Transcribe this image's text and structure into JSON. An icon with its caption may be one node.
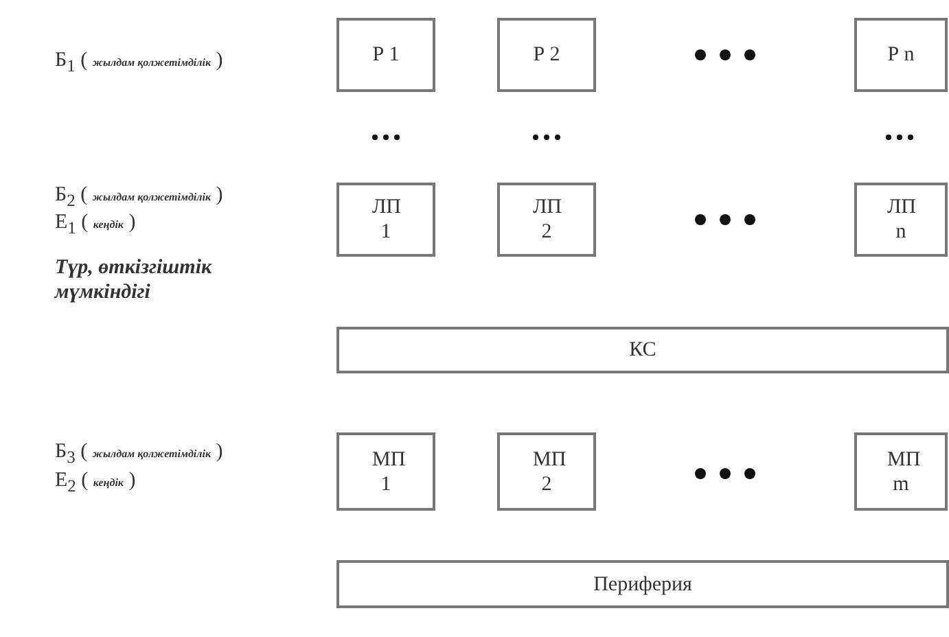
{
  "diagram": {
    "nodes": [
      {
        "text": [
          "Р 1"
        ]
      },
      {
        "text": [
          "Р 2"
        ]
      },
      {
        "text": [
          "Р n"
        ]
      },
      {
        "text": [
          "ЛП 1"
        ]
      },
      {
        "text": [
          "ЛП 2"
        ]
      },
      {
        "text": [
          "ЛП n"
        ]
      },
      {
        "text": [
          "КС"
        ]
      },
      {
        "text": [
          "МП 1"
        ]
      },
      {
        "text": [
          "МП 2"
        ]
      },
      {
        "text": [
          "МП m"
        ]
      },
      {
        "text": [
          "Периферия"
        ]
      }
    ],
    "edges": [],
    "labels": [
      "Б$_{1}$ ( *жылдам қолжетімділік* )",
      "Б$_{2}$ ( *жылдам қолжетімділік* )",
      "Е$_{1}$ ( *кеңдік* )",
      "Түр, өткізгіштік мүмкіндігі",
      "Б$_{3}$ ( *жылдам қолжетімділік* )",
      "Е$_{2}$ ( *кеңдік* )"
    ]
  }
}
